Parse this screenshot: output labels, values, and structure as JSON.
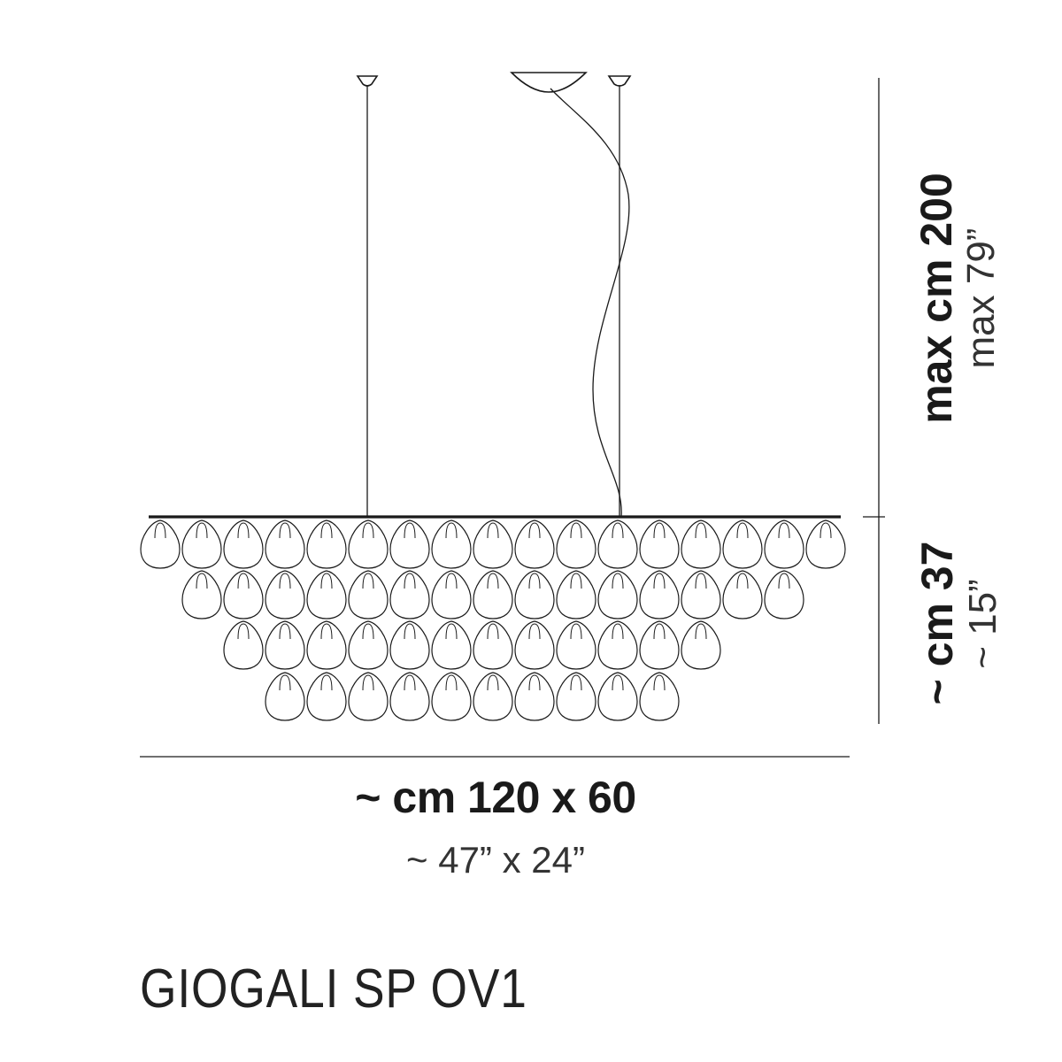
{
  "product": {
    "name": "GIOGALI SP OV1"
  },
  "dimensions": {
    "width_cm": "~ cm 120 x 60",
    "width_in": "~ 47” x 24”",
    "max_height_cm": "max cm 200",
    "max_height_in": "max 79”",
    "body_height_cm": "~ cm 37",
    "body_height_in": "~ 15”"
  },
  "drawing": {
    "line_color": "#1a1a1a",
    "rows_of_glass_drops": 4,
    "drops_per_row": [
      17,
      15,
      12,
      10
    ]
  }
}
